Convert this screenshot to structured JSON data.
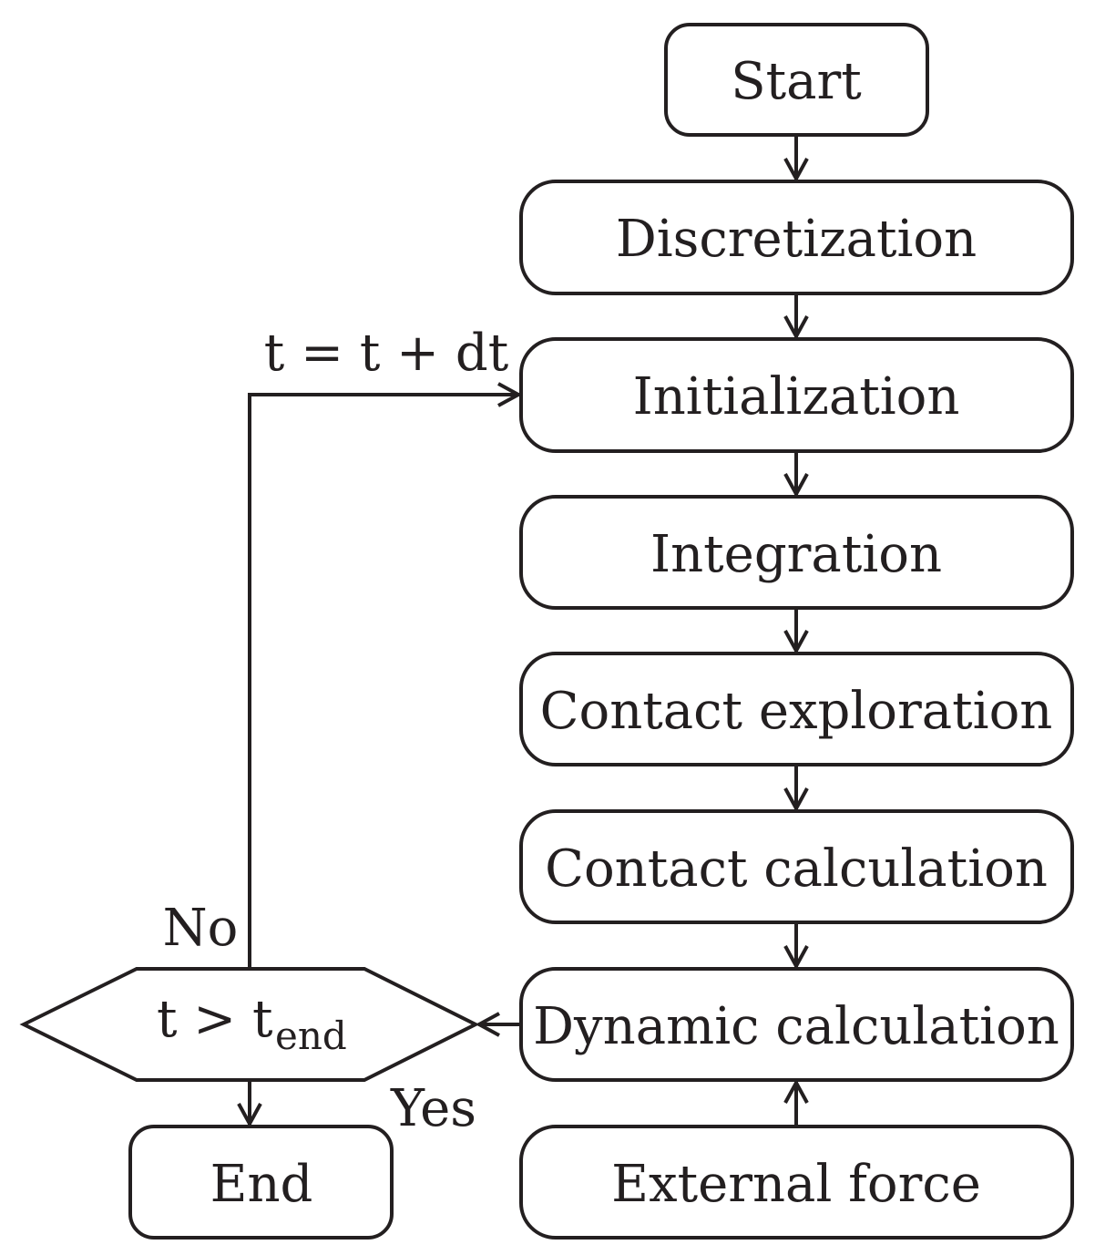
{
  "nodes": {
    "start": "Start",
    "discretization": "Discretization",
    "initialization": "Initialization",
    "integration": "Integration",
    "contact_exploration": "Contact exploration",
    "contact_calculation": "Contact calculation",
    "dynamic_calculation": "Dynamic calculation",
    "external_force": "External force",
    "end": "End"
  },
  "decision": {
    "main": "t > t",
    "subscript": "end"
  },
  "edge_labels": {
    "loop": "t = t + dt",
    "no": "No",
    "yes": "Yes"
  }
}
